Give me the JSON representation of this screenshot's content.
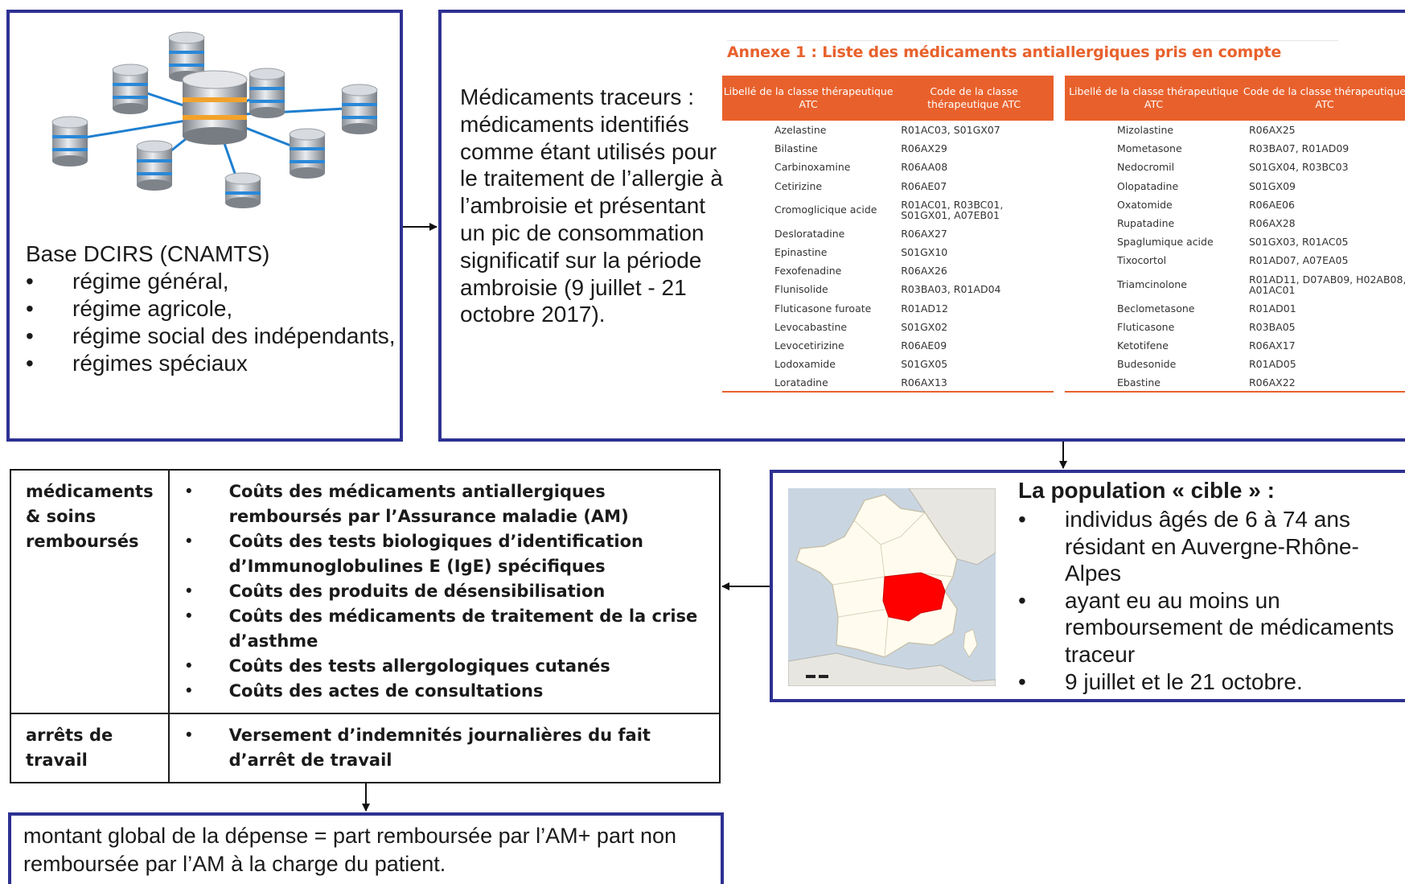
{
  "dcirs": {
    "title": "Base DCIRS (CNAMTS)",
    "items": [
      "régime général,",
      "régime agricole,",
      "régime social des indépendants,",
      "régimes spéciaux"
    ]
  },
  "traceurs": {
    "text": "Médicaments traceurs : médicaments identifiés comme étant utilisés pour le traitement de l’allergie à l’ambroisie et présentant un pic de consommation significatif sur la période ambroisie (9 juillet  - 21 octobre 2017)."
  },
  "annex": {
    "title": "Annexe 1 : Liste des médicaments antiallergiques pris en compte",
    "header_name": "Libellé de la classe thérapeutique ATC",
    "header_code": "Code de la classe thérapeutique ATC",
    "left_rows": [
      {
        "name": "Azelastine",
        "code": "R01AC03, S01GX07"
      },
      {
        "name": "Bilastine",
        "code": "R06AX29"
      },
      {
        "name": "Carbinoxamine",
        "code": "R06AA08"
      },
      {
        "name": "Cetirizine",
        "code": "R06AE07"
      },
      {
        "name": "Cromoglicique acide",
        "code": "R01AC01, R03BC01, S01GX01, A07EB01"
      },
      {
        "name": "Desloratadine",
        "code": "R06AX27"
      },
      {
        "name": "Epinastine",
        "code": "S01GX10"
      },
      {
        "name": "Fexofenadine",
        "code": "R06AX26"
      },
      {
        "name": "Flunisolide",
        "code": "R03BA03, R01AD04"
      },
      {
        "name": "Fluticasone furoate",
        "code": "R01AD12"
      },
      {
        "name": "Levocabastine",
        "code": "S01GX02"
      },
      {
        "name": "Levocetirizine",
        "code": "R06AE09"
      },
      {
        "name": "Lodoxamide",
        "code": "S01GX05"
      },
      {
        "name": "Loratadine",
        "code": "R06AX13"
      }
    ],
    "right_rows": [
      {
        "name": "Mizolastine",
        "code": "R06AX25"
      },
      {
        "name": "Mometasone",
        "code": "R03BA07, R01AD09"
      },
      {
        "name": "Nedocromil",
        "code": "S01GX04, R03BC03"
      },
      {
        "name": "Olopatadine",
        "code": "S01GX09"
      },
      {
        "name": "Oxatomide",
        "code": "R06AE06"
      },
      {
        "name": "Rupatadine",
        "code": "R06AX28"
      },
      {
        "name": "Spaglumique acide",
        "code": "S01GX03, R01AC05"
      },
      {
        "name": "Tixocortol",
        "code": "R01AD07, A07EA05"
      },
      {
        "name": "Triamcinolone",
        "code": "R01AD11, D07AB09, H02AB08, A01AC01"
      },
      {
        "name": "Beclometasone",
        "code": "R01AD01"
      },
      {
        "name": "Fluticasone",
        "code": "R03BA05"
      },
      {
        "name": "Ketotifene",
        "code": "R06AX17"
      },
      {
        "name": "Budesonide",
        "code": "R01AD05"
      },
      {
        "name": "Ebastine",
        "code": "R06AX22"
      }
    ]
  },
  "population": {
    "title": "La population « cible » :",
    "items": [
      "individus  âgés de 6 à 74 ans résidant en Auvergne-Rhône-Alpes",
      "ayant eu au moins un remboursement de médicaments traceur",
      "9 juillet  et le 21 octobre."
    ]
  },
  "costs": {
    "rows": [
      {
        "category": "médicaments & soins remboursés",
        "items": [
          "Coûts des médicaments antiallergiques remboursés par l’Assurance maladie (AM)",
          "Coûts des tests biologiques d’identification d’Immunoglobulines E (IgE) spécifiques",
          "Coûts des produits de désensibilisation",
          "Coûts des médicaments de traitement de la crise d’asthme",
          "Coûts des tests allergologiques cutanés",
          "Coûts des actes de consultations"
        ]
      },
      {
        "category": "arrêts de travail",
        "items": [
          "Versement d’indemnités journalières du fait d’arrêt de travail"
        ]
      }
    ]
  },
  "montant": {
    "text": "montant  global  de la dépense = part remboursée par l’AM+ part non remboursée par l’AM à la charge du patient."
  },
  "colors": {
    "box_border": "#2e3192",
    "annex_accent": "#e8612c",
    "region_highlight": "#ff0000"
  }
}
